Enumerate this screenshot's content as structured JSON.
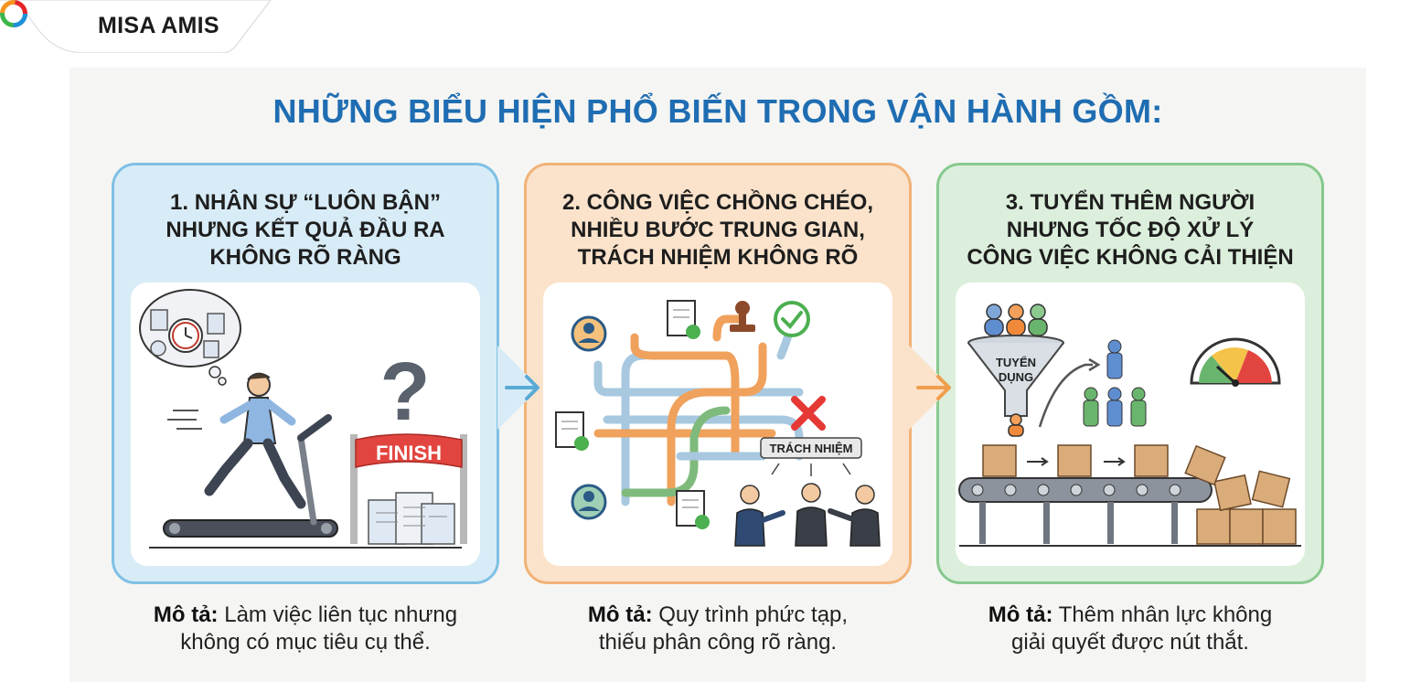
{
  "brand": {
    "logo_text": "MISA AMIS"
  },
  "title": "NHỮNG BIỂU HIỆN PHỔ BIẾN TRONG VẬN HÀNH GỒM:",
  "colors": {
    "title": "#1f6db2",
    "card1": "#7fc0e4",
    "card2": "#f1b277",
    "card3": "#88c98e"
  },
  "cards": [
    {
      "title_lines": [
        "1. NHÂN SỰ “LUÔN BẬN”",
        "NHƯNG KẾT QUẢ ĐẦU RA",
        "KHÔNG RÕ RÀNG"
      ],
      "illustration": {
        "sign": "FINISH",
        "question": "?"
      },
      "desc_label": "Mô tả:",
      "desc_lines": [
        "Làm việc liên tục nhưng",
        "không có mục tiêu cụ thể."
      ]
    },
    {
      "title_lines": [
        "2. CÔNG VIỆC CHỒNG CHÉO,",
        "NHIỀU BƯỚC TRUNG GIAN,",
        "TRÁCH NHIỆM KHÔNG RÕ"
      ],
      "illustration": {
        "label": "TRÁCH NHIỆM"
      },
      "desc_label": "Mô tả:",
      "desc_lines": [
        "Quy trình phức tạp,",
        "thiếu phân công rõ ràng."
      ]
    },
    {
      "title_lines": [
        "3. TUYỂN THÊM NGƯỜI",
        "NHƯNG TỐC ĐỘ XỬ LÝ",
        "CÔNG VIỆC KHÔNG CẢI THIỆN"
      ],
      "illustration": {
        "funnel_line1": "TUYỂN",
        "funnel_line2": "DỤNG"
      },
      "desc_label": "Mô tả:",
      "desc_lines": [
        "Thêm nhân lực không",
        "giải quyết được nút thắt."
      ]
    }
  ]
}
